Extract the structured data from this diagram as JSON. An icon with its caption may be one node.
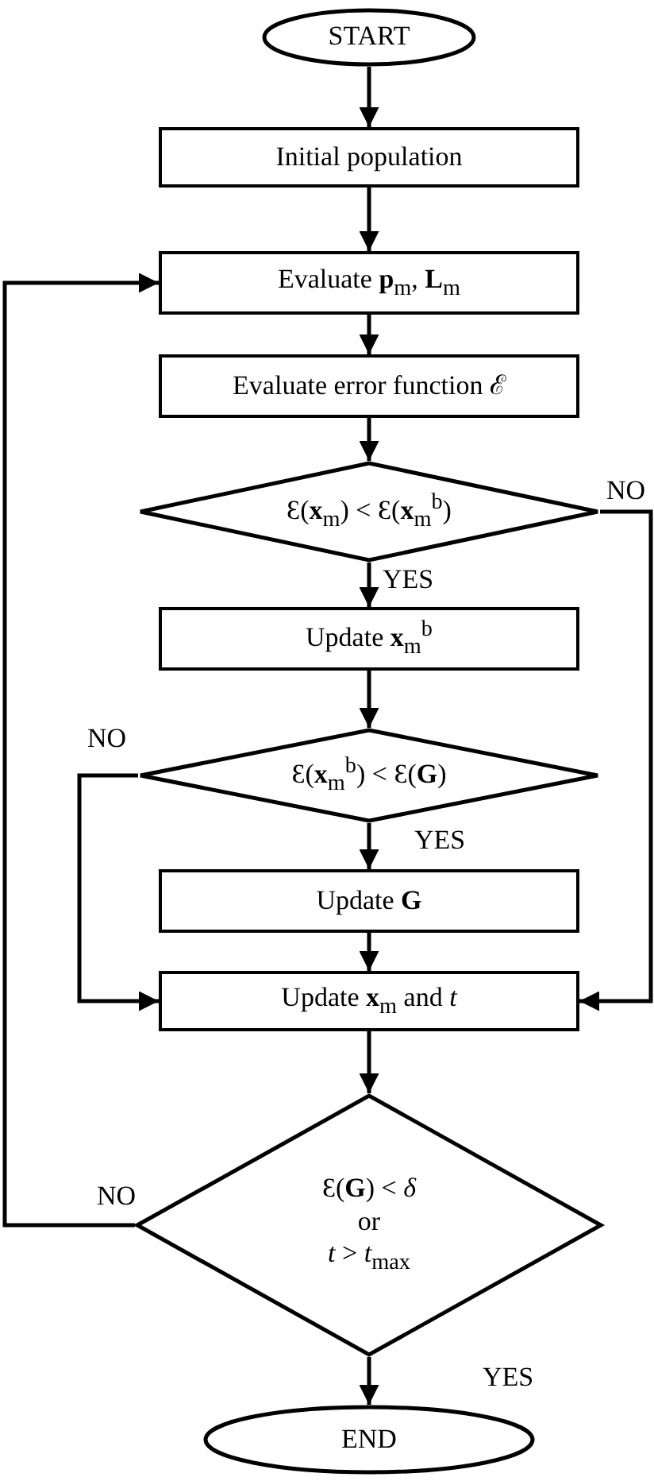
{
  "diagram": {
    "nodes": [
      {
        "text": [
          "START"
        ]
      },
      {
        "text": [
          "Initial population"
        ]
      },
      {
        "text": [
          "Evaluate **p**$_{m}$, **L**$_{m}$"
        ]
      },
      {
        "text": [
          "Evaluate error function ℰ"
        ]
      },
      {
        "text": [
          "Ɛ(**x**$_{m}$) < Ɛ(**x**$_{m}$$^{b}$)"
        ]
      },
      {
        "text": [
          "Update **x**$_{m}$$^{b}$"
        ]
      },
      {
        "text": [
          "Ɛ(**x**$_{m}$$^{b}$) < Ɛ(**G**)"
        ]
      },
      {
        "text": [
          "Update **G**"
        ]
      },
      {
        "text": [
          "Update **x**$_{m}$ and *t*"
        ]
      },
      {
        "text": [
          "Ɛ(**G**) < *δ*",
          "or",
          "*t* > *t*$_{max}$"
        ]
      },
      {
        "text": [
          "END"
        ]
      }
    ],
    "edges": [
      {
        "from": 0,
        "to": 1,
        "arrow": "to"
      },
      {
        "from": 1,
        "to": 2,
        "arrow": "to"
      },
      {
        "from": 2,
        "to": 3,
        "arrow": "to"
      },
      {
        "from": 3,
        "to": 4,
        "arrow": "to"
      },
      {
        "from": 4,
        "to": 5,
        "arrow": "to",
        "label": "YES"
      },
      {
        "from": 4,
        "to": 8,
        "arrow": "to",
        "label": "NO"
      },
      {
        "from": 5,
        "to": 6,
        "arrow": "to"
      },
      {
        "from": 6,
        "to": 7,
        "arrow": "to",
        "label": "YES"
      },
      {
        "from": 6,
        "to": 8,
        "arrow": "to",
        "label": "NO"
      },
      {
        "from": 7,
        "to": 8,
        "arrow": "to"
      },
      {
        "from": 8,
        "to": 9,
        "arrow": "to"
      },
      {
        "from": 9,
        "to": 10,
        "arrow": "to",
        "label": "YES"
      },
      {
        "from": 9,
        "to": 2,
        "arrow": "to",
        "label": "NO"
      }
    ]
  }
}
